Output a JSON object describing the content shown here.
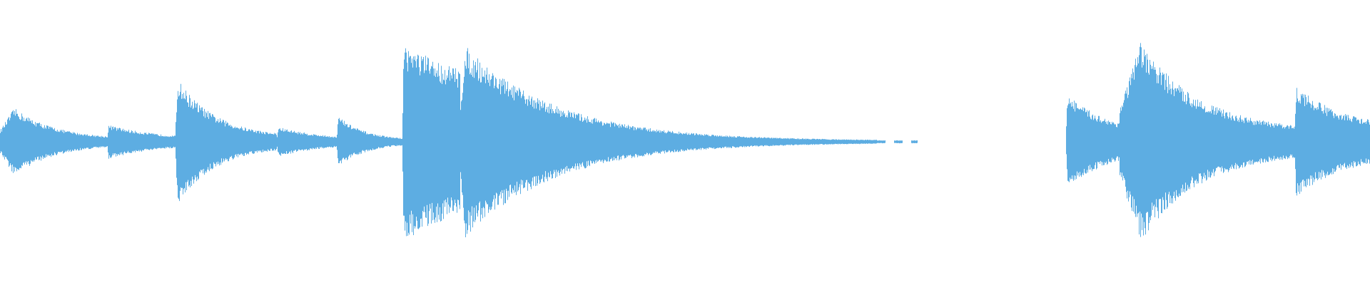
{
  "waveform": {
    "color": "#5dade2",
    "background": "#ffffff",
    "duration_fraction_silent_gap": [
      0.67,
      0.78
    ],
    "segments": [
      {
        "start": 0.0,
        "end": 0.078,
        "peak": 0.34,
        "attack": 0.13,
        "decay": 2.2,
        "tail": 0.06
      },
      {
        "start": 0.078,
        "end": 0.128,
        "peak": 0.17,
        "attack": 0.02,
        "decay": 1.2,
        "tail": 0.08
      },
      {
        "start": 0.128,
        "end": 0.202,
        "peak": 0.63,
        "attack": 0.02,
        "decay": 2.6,
        "tail": 0.07
      },
      {
        "start": 0.202,
        "end": 0.246,
        "peak": 0.15,
        "attack": 0.02,
        "decay": 1.2,
        "tail": 0.08
      },
      {
        "start": 0.246,
        "end": 0.294,
        "peak": 0.26,
        "attack": 0.02,
        "decay": 2.4,
        "tail": 0.06
      },
      {
        "start": 0.294,
        "end": 0.336,
        "peak": 1.0,
        "attack": 0.02,
        "decay": 0.9,
        "tail": 0.55
      },
      {
        "start": 0.336,
        "end": 0.64,
        "peak": 0.97,
        "attack": 0.01,
        "decay": 4.5,
        "tail": 0.01
      },
      {
        "start": 0.64,
        "end": 0.67,
        "peak": 0.015,
        "attack": 0.0,
        "decay": 0.0,
        "tail": 1.0,
        "dashed": true
      },
      {
        "start": 0.778,
        "end": 0.817,
        "peak": 0.48,
        "attack": 0.02,
        "decay": 1.3,
        "tail": 0.18
      },
      {
        "start": 0.817,
        "end": 0.945,
        "peak": 1.0,
        "attack": 0.12,
        "decay": 2.6,
        "tail": 0.1
      },
      {
        "start": 0.945,
        "end": 1.0,
        "peak": 0.56,
        "attack": 0.02,
        "decay": 1.5,
        "tail": 0.22
      }
    ]
  }
}
